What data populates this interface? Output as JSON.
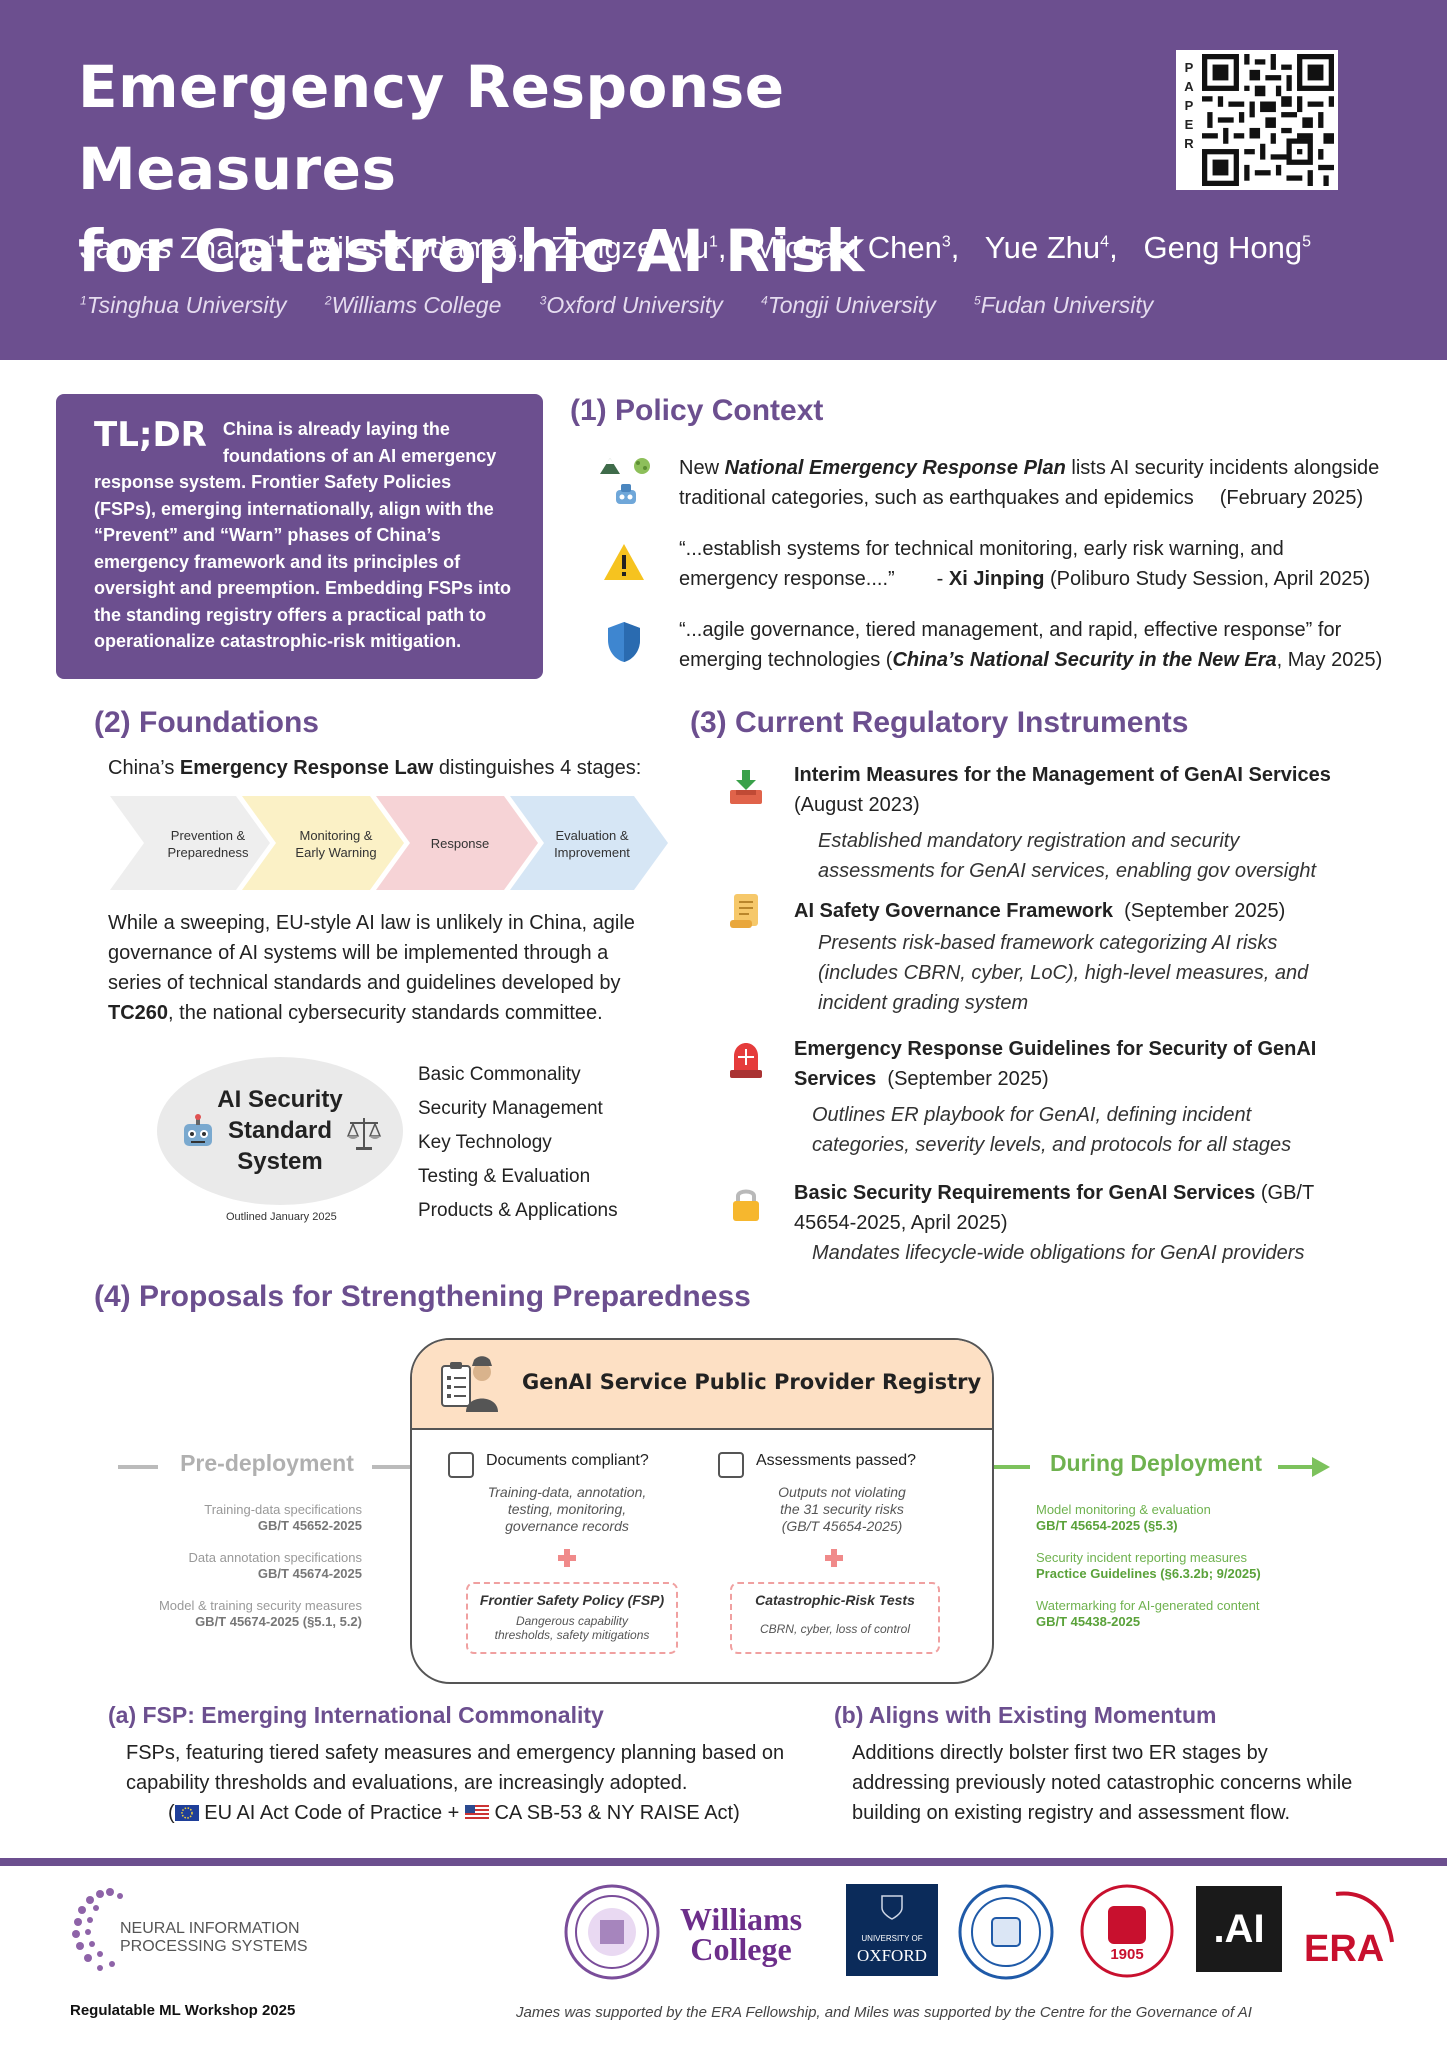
{
  "header": {
    "title_line1": "Emergency Response Measures",
    "title_line2": "for Catastrophic AI Risk",
    "paper_label": [
      "P",
      "A",
      "P",
      "E",
      "R"
    ],
    "authors": [
      {
        "name": "James Zhang",
        "sup": "1"
      },
      {
        "name": "Miles Kodama",
        "sup": "2"
      },
      {
        "name": "Zongze Wu",
        "sup": "1"
      },
      {
        "name": "Michael Chen",
        "sup": "3"
      },
      {
        "name": "Yue Zhu",
        "sup": "4"
      },
      {
        "name": "Geng Hong",
        "sup": "5"
      }
    ],
    "affiliations": [
      {
        "sup": "1",
        "name": "Tsinghua University"
      },
      {
        "sup": "2",
        "name": "Williams College"
      },
      {
        "sup": "3",
        "name": "Oxford University"
      },
      {
        "sup": "4",
        "name": "Tongji University"
      },
      {
        "sup": "5",
        "name": "Fudan University"
      }
    ]
  },
  "tldr": {
    "label": "TL;DR",
    "text": "China is already laying the foundations of an AI emergency response system. Frontier Safety Policies (FSPs), emerging internationally, align with the “Prevent” and “Warn” phases of China’s emergency framework and its principles of oversight and preemption. Embedding FSPs into the standing registry offers a practical path to operationalize catastrophic-risk mitigation."
  },
  "policy": {
    "heading": "(1) Policy Context",
    "item1": {
      "pre": "New ",
      "em": "National Emergency Response Plan",
      "post1": " lists AI security incidents alongside",
      "line2": "traditional categories, such as earthquakes and epidemics",
      "date": "(February 2025)"
    },
    "item2": {
      "line1": "“...establish systems for technical monitoring, early risk warning, and",
      "line2a": "emergency response....”",
      "dash": "- ",
      "who": "Xi Jinping",
      "where": " (Poliburo Study Session, April 2025)"
    },
    "item3": {
      "line1": "“...agile governance, tiered management, and rapid, effective response” for",
      "line2a": "emerging technologies (",
      "em": "China’s National Security in the New Era",
      "line2b": ", May 2025)"
    }
  },
  "foundations": {
    "heading": "(2) Foundations",
    "intro_pre": "China’s ",
    "intro_bold": "Emergency Response Law",
    "intro_post": " distinguishes 4 stages:",
    "stages": [
      {
        "l1": "Prevention &",
        "l2": "Preparedness",
        "color": "#eeeeee"
      },
      {
        "l1": "Monitoring &",
        "l2": "Early Warning",
        "color": "#fbf1c6"
      },
      {
        "l1": "Response",
        "l2": "",
        "color": "#f6d3d6"
      },
      {
        "l1": "Evaluation &",
        "l2": "Improvement",
        "color": "#d6e6f5"
      }
    ],
    "para_l1": "While a sweeping, EU-style AI law is unlikely in China, agile",
    "para_l2": "governance of AI systems will be implemented through a",
    "para_l3": "series of technical standards and guidelines developed by",
    "para_bold": "TC260",
    "para_l4": ", the national cybersecurity standards committee.",
    "std_title_l1": "AI Security",
    "std_title_l2": "Standard",
    "std_title_l3": "System",
    "std_note": "Outlined January 2025",
    "std_list": [
      "Basic Commonality",
      "Security Management",
      "Key Technology",
      "Testing & Evaluation",
      "Products & Applications"
    ]
  },
  "regulatory": {
    "heading": "(3) Current Regulatory Instruments",
    "items": [
      {
        "title": "Interim Measures for the Management of GenAI Services",
        "date": "(August 2023)",
        "desc": [
          "Established mandatory registration and security",
          "assessments for GenAI services, enabling gov oversight"
        ]
      },
      {
        "title": "AI Safety Governance Framework",
        "date": "(September 2025)",
        "desc": [
          "Presents risk-based framework categorizing AI risks",
          "(includes CBRN, cyber, LoC), high-level measures, and",
          "incident grading system"
        ]
      },
      {
        "title": "Emergency Response Guidelines for Security of GenAI",
        "title2": "Services",
        "date": "(September 2025)",
        "desc": [
          "Outlines ER playbook for GenAI, defining incident",
          "categories, severity levels, and protocols for all stages"
        ]
      },
      {
        "title": "Basic Security Requirements for GenAI Services",
        "date": " (GB/T",
        "date2": "45654-2025, April 2025)",
        "desc": [
          "Mandates lifecycle-wide obligations for GenAI providers"
        ]
      }
    ]
  },
  "proposals": {
    "heading": "(4) Proposals for Strengthening Preparedness",
    "registry_title": "GenAI Service Public Provider Registry",
    "pre_label": "Pre-deployment",
    "during_label": "During Deployment",
    "pre_items": [
      {
        "t": "Training-data specifications",
        "s": "GB/T 45652-2025"
      },
      {
        "t": "Data annotation specifications",
        "s": "GB/T 45674-2025"
      },
      {
        "t": "Model & training security measures",
        "s": "GB/T 45674-2025 (§5.1, 5.2)"
      }
    ],
    "during_items": [
      {
        "t": "Model monitoring & evaluation",
        "s": "GB/T 45654-2025 (§5.3)"
      },
      {
        "t": "Security incident reporting measures",
        "s": "Practice Guidelines (§6.3.2b; 9/2025)"
      },
      {
        "t": "Watermarking for AI-generated content",
        "s": "GB/T 45438-2025"
      }
    ],
    "check1": "Documents compliant?",
    "check1_desc": [
      "Training-data, annotation,",
      "testing, monitoring,",
      "governance records"
    ],
    "check2": "Assessments passed?",
    "check2_desc": [
      "Outputs not violating",
      "the 31 security risks",
      "(GB/T 45654-2025)"
    ],
    "box1_title": "Frontier Safety Policy (FSP)",
    "box1_desc": [
      "Dangerous capability",
      "thresholds, safety mitigations"
    ],
    "box2_title": "Catastrophic-Risk Tests",
    "box2_desc": [
      "CBRN, cyber, loss of control"
    ],
    "a_heading": "(a) FSP: Emerging International Commonality",
    "a_l1": "FSPs, featuring tiered safety measures and emergency planning based on",
    "a_l2": "capability thresholds and evaluations, are increasingly adopted.",
    "a_l3_pre": "(",
    "a_l3_a": " EU AI Act Code of Practice + ",
    "a_l3_b": " CA SB-53 & NY RAISE Act)",
    "b_heading": "(b) Aligns with Existing Momentum",
    "b_l1": "Additions directly bolster first two ER stages by",
    "b_l2": "addressing previously noted catastrophic concerns while",
    "b_l3": "building on existing registry and assessment flow."
  },
  "footer": {
    "neurips_l1": "NEURAL INFORMATION",
    "neurips_l2": "PROCESSING SYSTEMS",
    "workshop": "Regulatable ML Workshop 2025",
    "williams_l1": "Williams",
    "williams_l2": "College",
    "oxford_l1": "UNIVERSITY OF",
    "oxford_l2": "OXFORD",
    "fudan_year": "1905",
    "ai_logo": ".AI",
    "era_logo": "ERA",
    "ack": "James was supported by the ERA Fellowship, and Miles was supported by the Centre for the Governance of AI"
  }
}
